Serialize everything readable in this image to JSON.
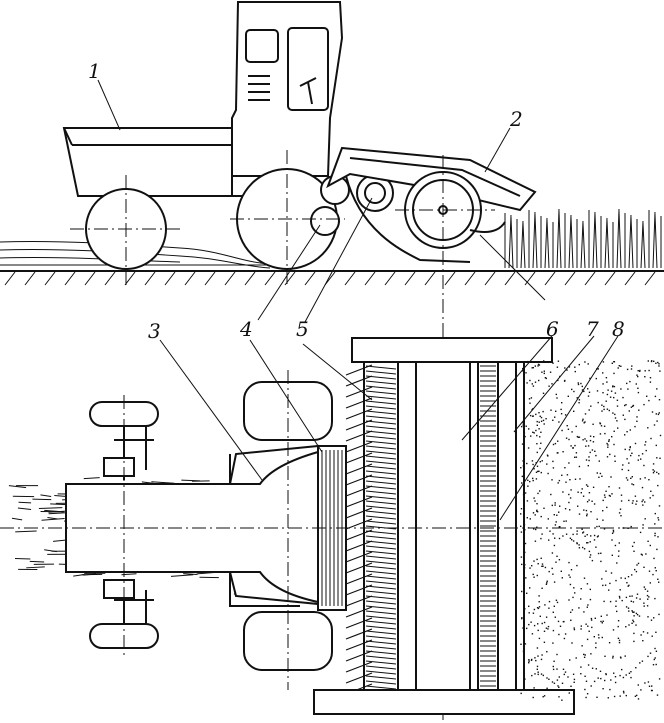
{
  "figure": {
    "labels": {
      "l1": "1",
      "l2": "2",
      "l3": "3",
      "l4_top": "4",
      "l5_top": "5",
      "l6_top": "6",
      "l4_bottom": "4",
      "l5_bottom": "5",
      "l6_bottom": "6",
      "l7": "7",
      "l8": "8"
    }
  }
}
